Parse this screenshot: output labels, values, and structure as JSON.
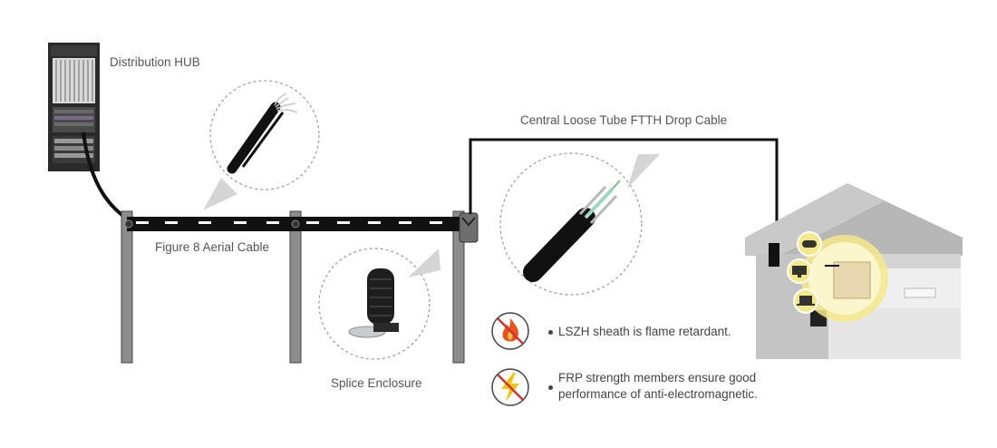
{
  "labels": {
    "hub": "Distribution HUB",
    "aerial_cable": "Figure 8 Aerial Cable",
    "drop_cable": "Central Loose Tube FTTH Drop Cable",
    "splice": "Splice Enclosure"
  },
  "features": [
    {
      "icon": "flame-icon",
      "text": "LSZH sheath is flame retardant."
    },
    {
      "icon": "lightning-icon",
      "text": "FRP strength members ensure good performance of anti-electromagnetic."
    }
  ],
  "house_devices": [
    "gamepad-icon",
    "tv-icon",
    "laptop-icon"
  ],
  "colors": {
    "cable": "#111111",
    "pole": "#8c8c8c",
    "house": "#a9a9a9",
    "highlight": "#f4e98a",
    "icon_ring": "#c8362b",
    "flame": "#e8541c",
    "bolt": "#f2c21b"
  }
}
